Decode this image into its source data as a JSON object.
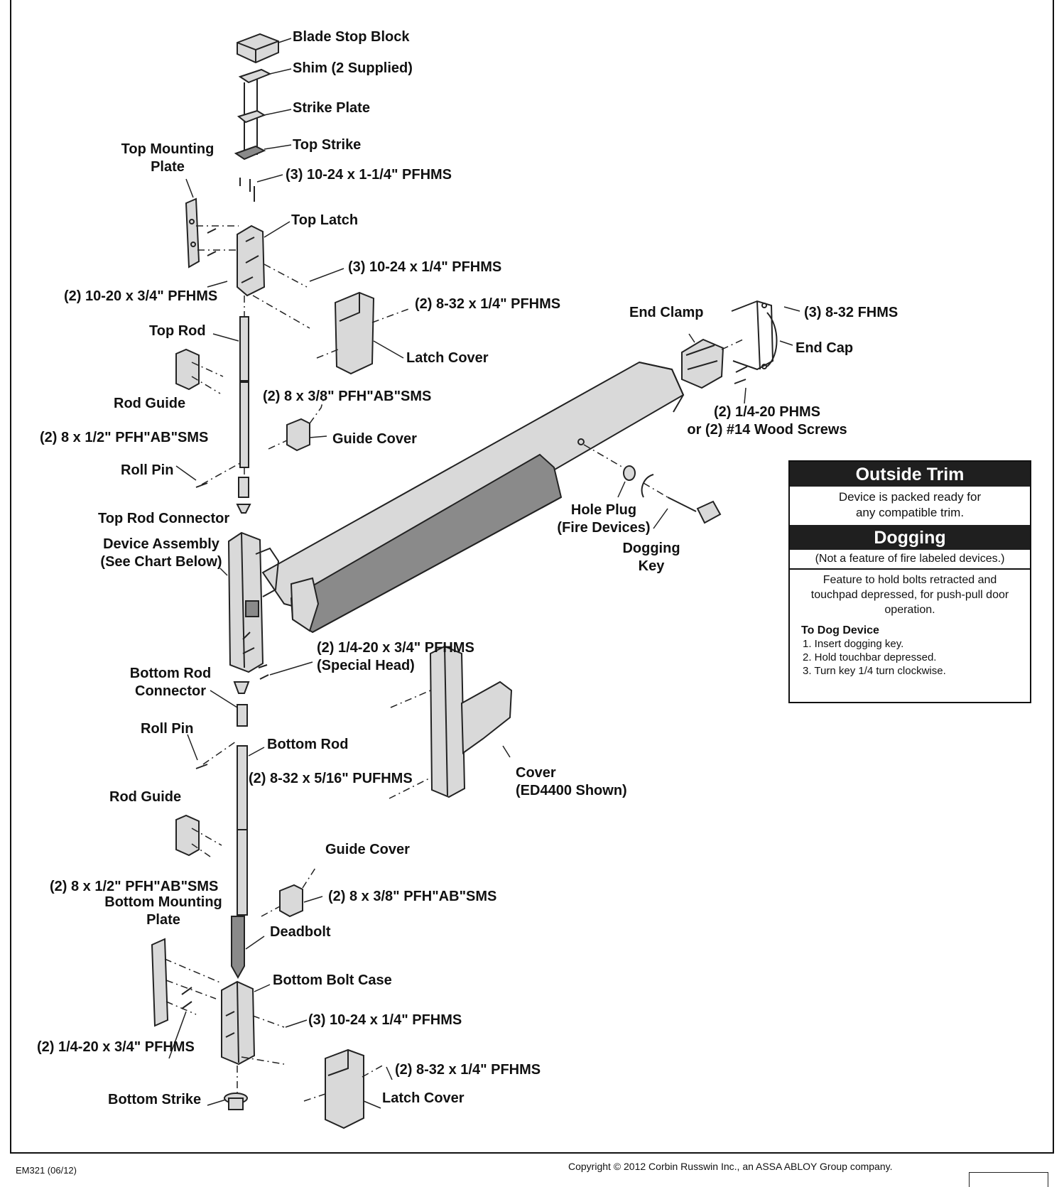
{
  "labels": {
    "blade_stop_block": "Blade Stop Block",
    "shim": "Shim (2 Supplied)",
    "strike_plate": "Strike Plate",
    "top_strike": "Top Strike",
    "screws_10_24_1_1_4": "(3) 10-24 x 1-1/4\" PFHMS",
    "top_mounting_plate": "Top Mounting\nPlate",
    "top_latch": "Top Latch",
    "screws_10_24_1_4_top": "(3) 10-24 x 1/4\" PFHMS",
    "screws_10_20_3_4": "(2) 10-20 x 3/4\" PFHMS",
    "screws_8_32_1_4_top": "(2) 8-32 x 1/4\" PFHMS",
    "end_clamp": "End Clamp",
    "screws_8_32_fhms": "(3) 8-32 FHMS",
    "end_cap": "End Cap",
    "top_rod": "Top Rod",
    "latch_cover_top": "Latch Cover",
    "rod_guide_top": "Rod Guide",
    "screws_8_3_8_top": "(2) 8 x 3/8\" PFH\"AB\"SMS",
    "guide_cover_top": "Guide Cover",
    "screws_8_1_2_top": "(2) 8 x 1/2\" PFH\"AB\"SMS",
    "phms_wood": "(2) 1/4-20 PHMS\nor (2) #14 Wood Screws",
    "roll_pin_top": "Roll Pin",
    "top_rod_connector": "Top Rod Connector",
    "hole_plug": "Hole Plug\n(Fire Devices)",
    "device_assembly": "Device Assembly\n(See Chart Below)",
    "dogging_key": "Dogging\nKey",
    "screws_1_4_20_special": "(2) 1/4-20 x 3/4\" PFHMS\n(Special Head)",
    "bottom_rod_connector": "Bottom Rod\nConnector",
    "roll_pin_bottom": "Roll Pin",
    "bottom_rod": "Bottom Rod",
    "screws_8_32_5_16": "(2) 8-32 x 5/16\" PUFHMS",
    "cover": "Cover\n(ED4400 Shown)",
    "rod_guide_bottom": "Rod Guide",
    "guide_cover_bottom": "Guide Cover",
    "screws_8_1_2_bottom": "(2) 8 x 1/2\" PFH\"AB\"SMS",
    "screws_8_3_8_bottom": "(2) 8 x 3/8\" PFH\"AB\"SMS",
    "bottom_mounting_plate": "Bottom Mounting\nPlate",
    "deadbolt": "Deadbolt",
    "bottom_bolt_case": "Bottom Bolt Case",
    "screws_10_24_1_4_bottom": "(3) 10-24 x 1/4\" PFHMS",
    "screws_1_4_20_bottom": "(2) 1/4-20 x 3/4\" PFHMS",
    "screws_8_32_1_4_bottom": "(2) 8-32 x 1/4\" PFHMS",
    "bottom_strike": "Bottom Strike",
    "latch_cover_bottom": "Latch Cover"
  },
  "trim_box": {
    "outside_trim_title": "Outside Trim",
    "outside_trim_text": "Device is packed ready for\nany compatible trim.",
    "dogging_title": "Dogging",
    "dogging_subtitle": "(Not a feature of fire labeled devices.)",
    "dogging_text": "Feature to hold bolts retracted and\ntouchpad depressed, for push-pull door\noperation.",
    "steps_title": "To Dog Device",
    "steps": [
      "1. Insert dogging key.",
      "2. Hold touchbar depressed.",
      "3. Turn key 1/4 turn clockwise."
    ]
  },
  "footer": {
    "doc_id": "EM321 (06/12)",
    "copyright": "Copyright © 2012 Corbin Russwin Inc., an ASSA ABLOY Group company."
  }
}
